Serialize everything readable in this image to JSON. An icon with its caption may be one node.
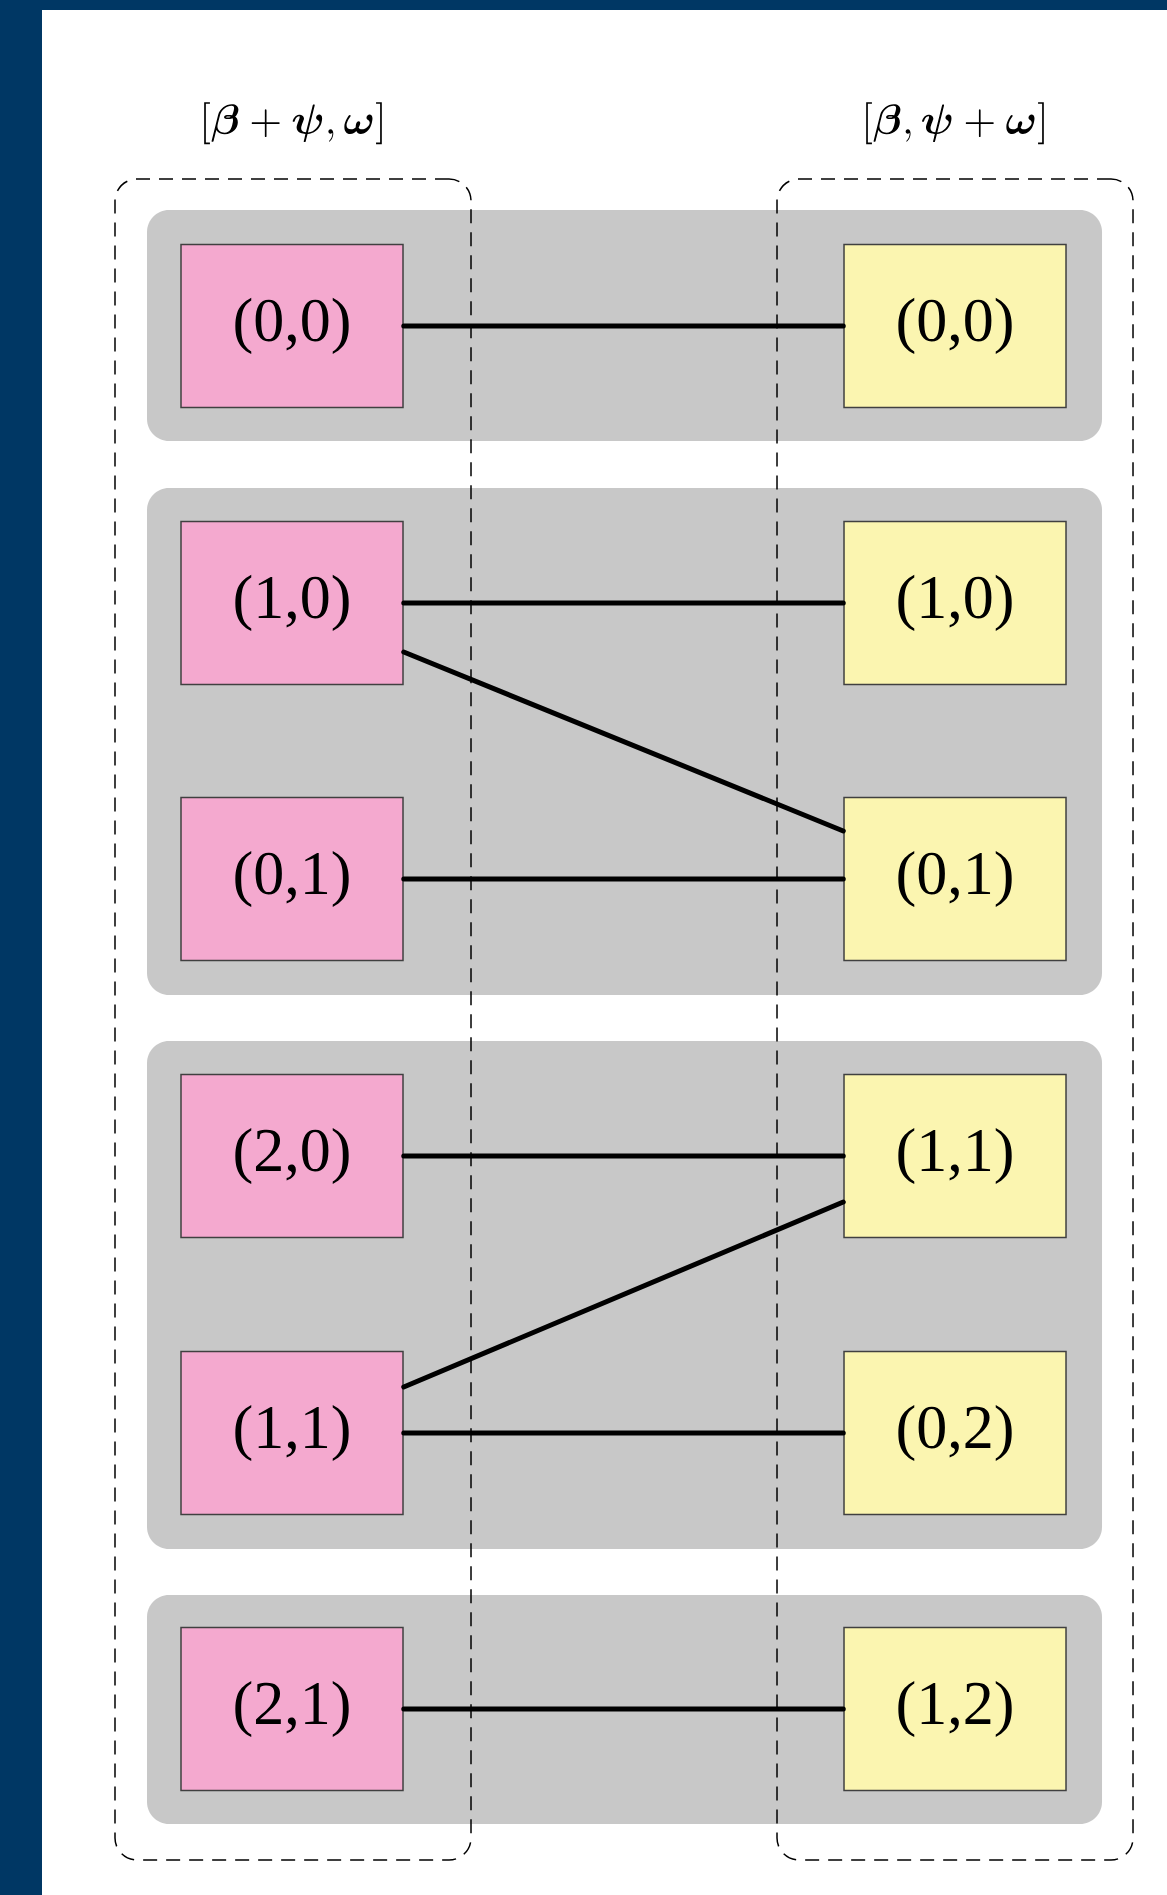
{
  "diagram": {
    "nodes": [
      {
        "text": [
          "[\\boldsymbol{\\beta}+\\boldsymbol{\\psi},\\boldsymbol{\\omega}]"
        ]
      },
      {
        "text": [
          "(0,0)"
        ],
        "in": 0
      },
      {
        "text": [
          "(1,0)"
        ],
        "in": 0
      },
      {
        "text": [
          "(0,1)"
        ],
        "in": 0
      },
      {
        "text": [
          "(2,0)"
        ],
        "in": 0
      },
      {
        "text": [
          "(1,1)"
        ],
        "in": 0
      },
      {
        "text": [
          "(2,1)"
        ],
        "in": 0
      },
      {
        "text": [
          "[\\boldsymbol{\\beta},\\boldsymbol{\\psi}+\\boldsymbol{\\omega}]"
        ]
      },
      {
        "text": [
          "(0,0)"
        ],
        "in": 7
      },
      {
        "text": [
          "(1,0)"
        ],
        "in": 7
      },
      {
        "text": [
          "(0,1)"
        ],
        "in": 7
      },
      {
        "text": [
          "(1,1)"
        ],
        "in": 7
      },
      {
        "text": [
          "(0,2)"
        ],
        "in": 7
      },
      {
        "text": [
          "(1,2)"
        ],
        "in": 7
      }
    ],
    "edges": [
      {
        "from": 1,
        "to": 8,
        "arrow": "none"
      },
      {
        "from": 2,
        "to": 9,
        "arrow": "none"
      },
      {
        "from": 2,
        "to": 10,
        "arrow": "none"
      },
      {
        "from": 3,
        "to": 10,
        "arrow": "none"
      },
      {
        "from": 4,
        "to": 11,
        "arrow": "none"
      },
      {
        "from": 5,
        "to": 11,
        "arrow": "none"
      },
      {
        "from": 5,
        "to": 12,
        "arrow": "none"
      },
      {
        "from": 6,
        "to": 13,
        "arrow": "none"
      }
    ]
  }
}
